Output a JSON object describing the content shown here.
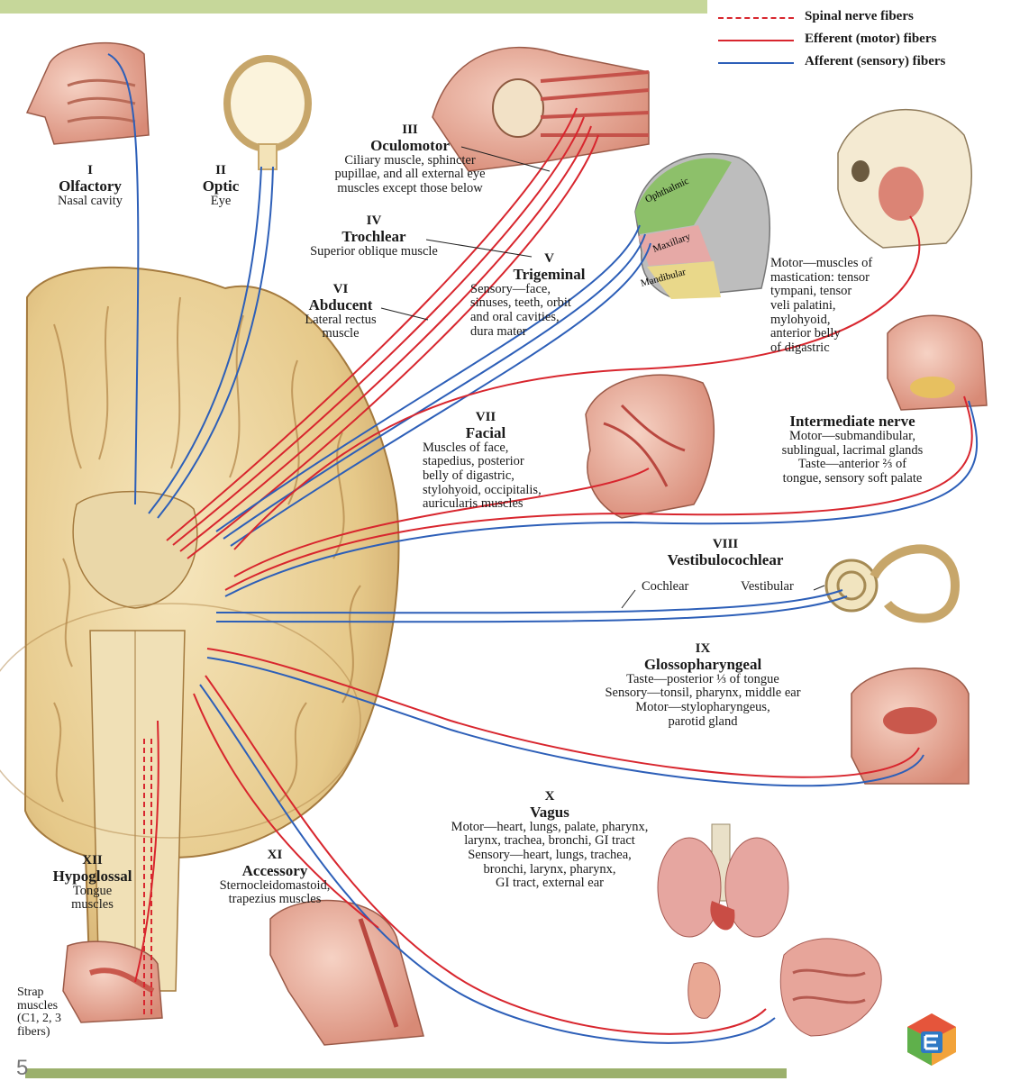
{
  "legend": [
    {
      "label": "Spinal nerve fibers",
      "color": "#d8262e",
      "style": "dashed"
    },
    {
      "label": "Efferent (motor) fibers",
      "color": "#d8262e",
      "style": "solid"
    },
    {
      "label": "Afferent (sensory) fibers",
      "color": "#2d5fb8",
      "style": "solid"
    }
  ],
  "nerves": {
    "olfactory": {
      "num": "I",
      "name": "Olfactory",
      "desc": "Nasal cavity"
    },
    "optic": {
      "num": "II",
      "name": "Optic",
      "desc": "Eye"
    },
    "oculomotor": {
      "num": "III",
      "name": "Oculomotor",
      "desc": "Ciliary muscle, sphincter\npupillae, and all external eye\nmuscles except those below"
    },
    "trochlear": {
      "num": "IV",
      "name": "Trochlear",
      "desc": "Superior oblique muscle"
    },
    "trigeminal": {
      "num": "V",
      "name": "Trigeminal",
      "desc": "Sensory—face,\nsinuses, teeth, orbit\nand oral cavities,\ndura mater"
    },
    "abducent": {
      "num": "VI",
      "name": "Abducent",
      "desc": "Lateral rectus\nmuscle"
    },
    "facial": {
      "num": "VII",
      "name": "Facial",
      "desc": "Muscles of face,\nstapedius, posterior\nbelly of digastric,\nstylohyoid, occipitalis,\nauricularis muscles"
    },
    "vestibulocochlear": {
      "num": "VIII",
      "name": "Vestibulocochlear",
      "cochlear": "Cochlear",
      "vestibular": "Vestibular"
    },
    "glossopharyngeal": {
      "num": "IX",
      "name": "Glossopharyngeal",
      "desc": "Taste—posterior ⅓ of tongue\nSensory—tonsil, pharynx, middle ear\nMotor—stylopharyngeus,\nparotid gland"
    },
    "vagus": {
      "num": "X",
      "name": "Vagus",
      "desc": "Motor—heart, lungs, palate, pharynx,\nlarynx, trachea, bronchi, GI tract\nSensory—heart, lungs, trachea,\nbronchi, larynx, pharynx,\nGI tract, external ear"
    },
    "accessory": {
      "num": "XI",
      "name": "Accessory",
      "desc": "Sternocleidomastoid,\ntrapezius muscles"
    },
    "hypoglossal": {
      "num": "XII",
      "name": "Hypoglossal",
      "desc": "Tongue\nmuscles"
    }
  },
  "intermediate": {
    "name": "Intermediate nerve",
    "desc": "Motor—submandibular,\nsublingual, lacrimal glands\nTaste—anterior ⅔ of\ntongue, sensory soft palate"
  },
  "mastication": {
    "desc": "Motor—muscles of\nmastication: tensor\ntympani, tensor\nveli palatini,\nmylohyoid,\nanterior belly\nof digastric"
  },
  "trigeminal_divisions": [
    "Ophthalmic",
    "Maxillary",
    "Mandibular"
  ],
  "strap": "Strap\nmuscles\n(C1, 2, 3\nfibers)",
  "page_number": "5",
  "colors": {
    "efferent": "#d8262e",
    "afferent": "#2d5fb8",
    "brain": "#e9d29a",
    "brain_dark": "#b98f4c",
    "flesh": "#e8a08a",
    "bar_top": "#c6d79a",
    "bar_bottom": "#9bb06c"
  }
}
